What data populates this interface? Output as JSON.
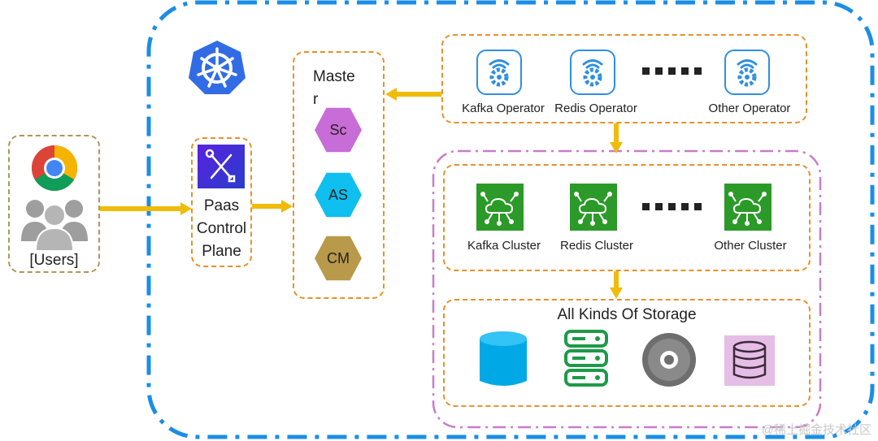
{
  "users": {
    "label": "[Users]",
    "browser_icon": "chrome-icon",
    "users_icon": "users-group-icon"
  },
  "control_plane": {
    "line1": "Paas",
    "line2": "Control",
    "line3": "Plane",
    "icon": "tools-icon"
  },
  "kubernetes": {
    "icon": "kubernetes-helm-icon",
    "color": "#326ce5"
  },
  "master": {
    "title_line1": "Maste",
    "title_line2": "r",
    "components": [
      {
        "label": "Sc",
        "color": "#c86dd7"
      },
      {
        "label": "AS",
        "color": "#0ebfef"
      },
      {
        "label": "CM",
        "color": "#b9994a"
      }
    ]
  },
  "operators": [
    {
      "label": "Kafka Operator",
      "icon": "operator-gear-icon"
    },
    {
      "label": "Redis Operator",
      "icon": "operator-gear-icon"
    },
    {
      "label": "Other Operator",
      "icon": "operator-gear-icon"
    }
  ],
  "clusters": [
    {
      "label": "Kafka Cluster",
      "icon": "cluster-network-icon"
    },
    {
      "label": "Redis Cluster",
      "icon": "cluster-network-icon"
    },
    {
      "label": "Other Cluster",
      "icon": "cluster-network-icon"
    }
  ],
  "storage": {
    "title": "All Kinds Of Storage",
    "icons": [
      "cylinder-storage-icon",
      "server-stack-icon",
      "disc-icon",
      "database-icon"
    ]
  },
  "colors": {
    "outer_border": "#1a8ee6",
    "arrow": "#f0bb0a",
    "orange_dash": "#e8902a",
    "purple_dash": "#c77dc9"
  },
  "watermark": "@稀土掘金技术社区"
}
